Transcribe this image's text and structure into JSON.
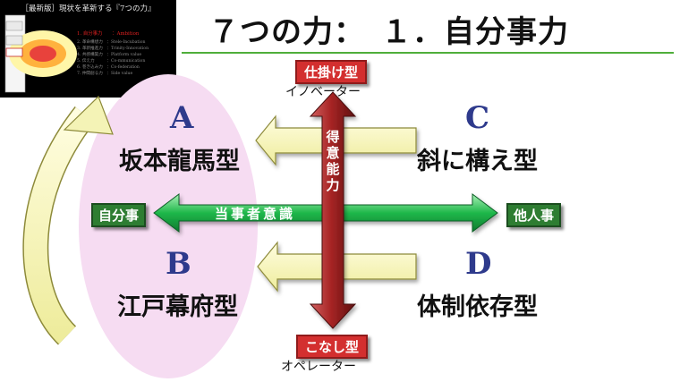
{
  "thumbnail": {
    "title": "［最新版］現状を革新する『7つの力』",
    "items": [
      "1. 自分事力　　：Ambition",
      "2. 革命構想力　：Stele-Incubation",
      "3. 革新推進力　：Trinity-Innovation",
      "4. 共感構築力　：Platform value",
      "5. 伝え力　　　：Co-mmunication",
      "6. 巻き込み力　：Co-federation",
      "7. 仲間創る力　：Side value"
    ]
  },
  "title": "７つの力：　１．自分事力",
  "quadrants": {
    "a": {
      "letter": "A",
      "name": "坂本龍馬型"
    },
    "b": {
      "letter": "B",
      "name": "江戸幕府型"
    },
    "c": {
      "letter": "C",
      "name": "斜に構え型"
    },
    "d": {
      "letter": "D",
      "name": "体制依存型"
    }
  },
  "axis": {
    "left_label": "自分事",
    "right_label": "他人事",
    "horizontal_label": "当事者意識",
    "vertical_label": [
      "得",
      "意",
      "能",
      "力"
    ],
    "top_box": "仕掛け型",
    "top_role": "イノベーター",
    "bottom_box": "こなし型",
    "bottom_role": "オペレーター"
  },
  "colors": {
    "green_box": "#2e7d32",
    "red_box": "#d32f2f",
    "letter_blue": "#2e3a8c",
    "pink_ellipse": "#f6dcf2",
    "yellow_arrow": "#f4f3b6",
    "title_rule": "#4fae3b"
  }
}
